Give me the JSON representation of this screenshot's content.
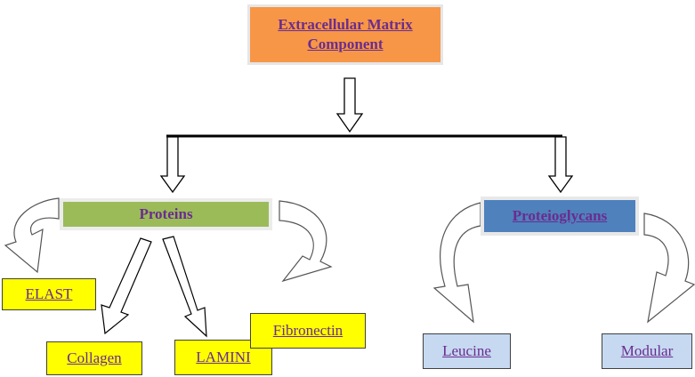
{
  "root": {
    "label": "Extracellular Matrix Component"
  },
  "categories": {
    "proteins": {
      "label": "Proteins"
    },
    "proteoglycans": {
      "label": "Proteioglycans"
    }
  },
  "leaves": {
    "elast": "ELAST",
    "collagen": "Collagen",
    "lamini": "LAMINI",
    "fibronectin": "Fibronectin",
    "leucine": "Leucine",
    "modular": "Modular"
  },
  "colors": {
    "root_fill": "#f79646",
    "proteins_fill": "#9bbb59",
    "proteoglycans_fill": "#4f81bd",
    "protein_leaf_fill": "#ffff00",
    "proteoglycan_leaf_fill": "#c6d9f1",
    "text": "#6a2c8f"
  }
}
